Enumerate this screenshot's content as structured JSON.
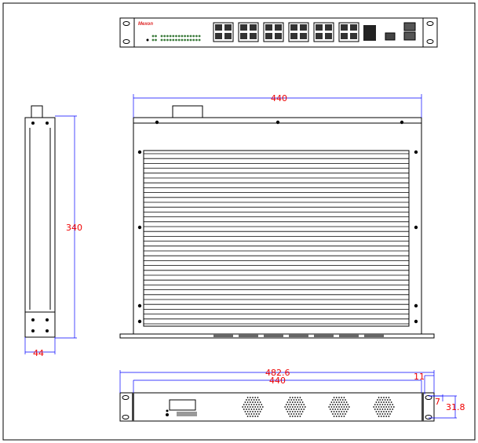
{
  "front_panel": {
    "brand": "Mexon",
    "sfp_groups": 6
  },
  "dimensions": {
    "top_width": "440",
    "depth": "340",
    "height": "44",
    "rack_width": "482.6",
    "rear_width": "440",
    "ear_width": "11",
    "hole_offset": "7",
    "hole_spacing": "31.8"
  },
  "colors": {
    "dimension": "#e00000",
    "line": "#000000",
    "led": "#3a7a3a",
    "logo": "#d22222"
  }
}
